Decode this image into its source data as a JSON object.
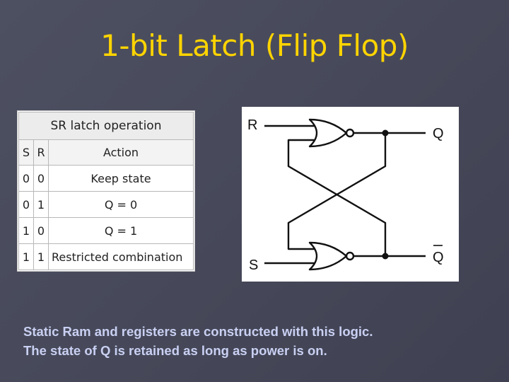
{
  "slide": {
    "title": "1-bit Latch (Flip Flop)",
    "footer_lines": [
      "Static Ram and registers are constructed with this logic.",
      "The state of Q is retained as long as power is on."
    ]
  },
  "sr_table": {
    "caption": "SR latch operation",
    "headers": [
      "S",
      "R",
      "Action"
    ],
    "rows": [
      {
        "s": "0",
        "r": "0",
        "action": "Keep state"
      },
      {
        "s": "0",
        "r": "1",
        "action": "Q = 0"
      },
      {
        "s": "1",
        "r": "0",
        "action": "Q = 1"
      },
      {
        "s": "1",
        "r": "1",
        "action": "Restricted combination"
      }
    ]
  },
  "diagram": {
    "input_top": "R",
    "input_bottom": "S",
    "output_top": "Q",
    "output_bottom": "Q",
    "output_bottom_overbar": true,
    "gate_type": "NOR"
  }
}
